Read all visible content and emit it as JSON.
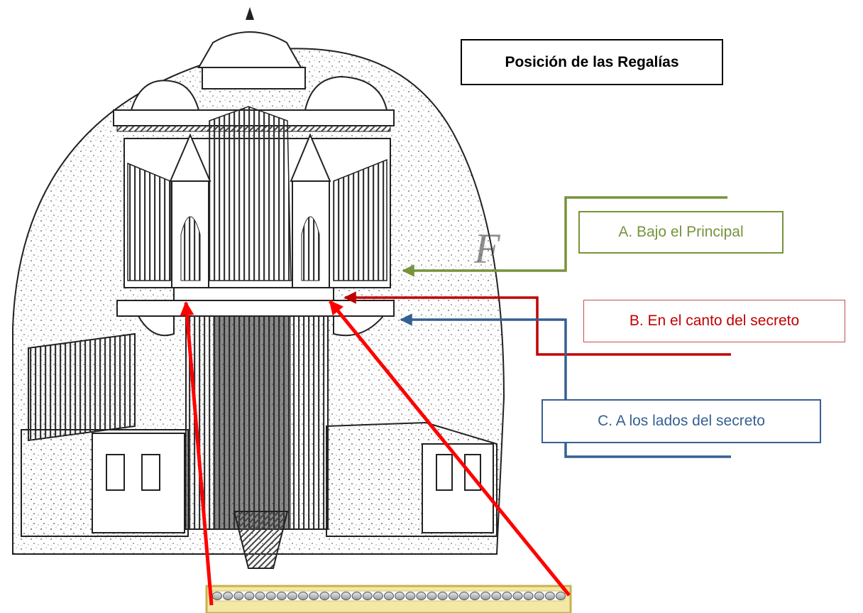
{
  "title": "Posición de las Regalías",
  "labels": {
    "a": "A. Bajo el Principal",
    "b": "B. En el canto del secreto",
    "c": "C. A los lados del secreto"
  },
  "colors": {
    "a": "#77933c",
    "b": "#c00000",
    "c": "#366092",
    "pointer": "#ff0000",
    "regalia_frame": "#c9b24e",
    "regalia_fill": "#f3e9a6"
  },
  "icons": {
    "organ": "pipe-organ-illustration",
    "regalia": "regalia-keyboard-icon"
  }
}
